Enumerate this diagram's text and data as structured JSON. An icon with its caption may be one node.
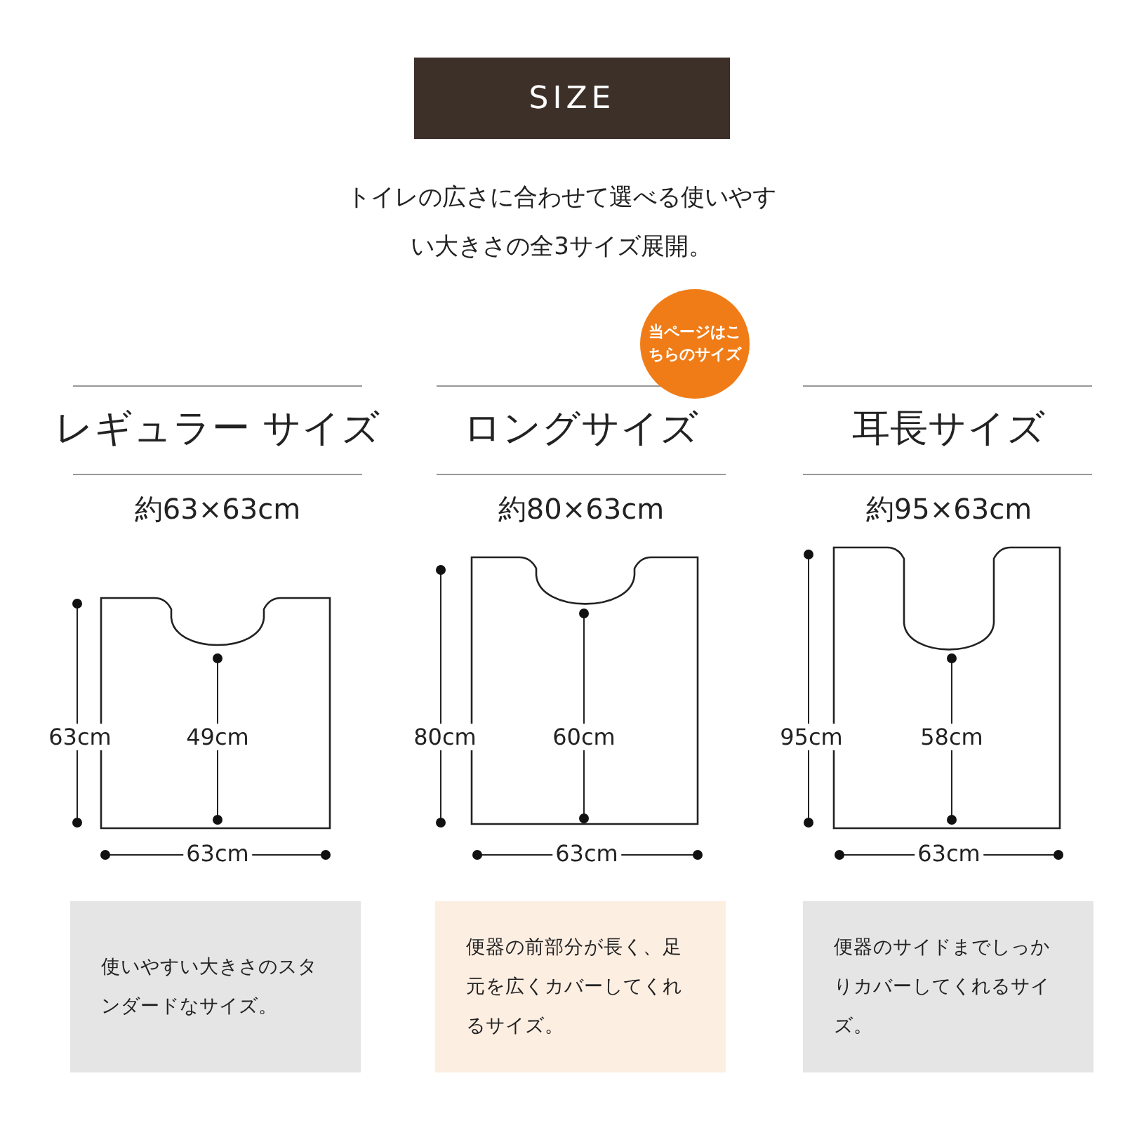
{
  "diagram": {
    "title": "SIZE",
    "nodes": [
      {
        "text": [
          "当ページはこちらのサイズ"
        ]
      },
      {
        "text": [
          "使いやすい大きさのスタンダードなサイズ。"
        ]
      },
      {
        "text": [
          "便器の前部分が長く、足元を広くカバーしてくれるサイズ。"
        ]
      },
      {
        "text": [
          "便器のサイドまでしっかりカバーしてくれるサイズ。"
        ]
      }
    ],
    "labels": [
      "トイレの広さに合わせて選べる使いやすい大きさの全3サイズ展開。",
      "レギュラー サイズ",
      "ロングサイズ",
      "耳長サイズ",
      "約63×63cm",
      "約80×63cm",
      "約95×63cm",
      "63cm",
      "49cm",
      "80cm",
      "60cm",
      "95cm",
      "58cm",
      "63cm",
      "63cm",
      "63cm"
    ]
  }
}
